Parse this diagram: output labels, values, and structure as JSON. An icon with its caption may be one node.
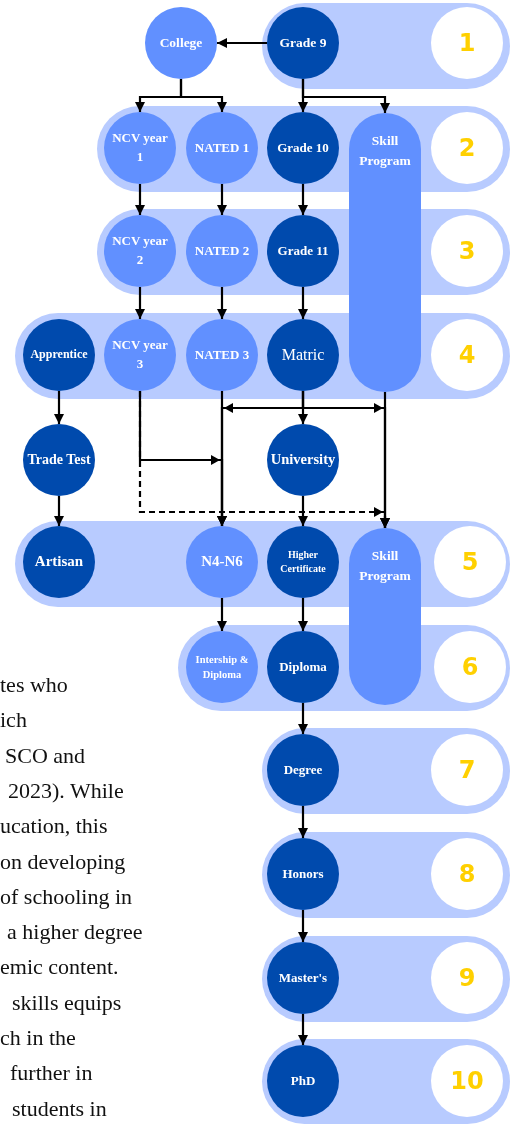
{
  "diagram": {
    "nodes": [
      {
        "text": [
          "College"
        ]
      },
      {
        "text": [
          "Grade 9"
        ]
      },
      {
        "text": [
          "1"
        ]
      },
      {
        "text": [
          "NCV year 1"
        ]
      },
      {
        "text": [
          "NATED 1"
        ]
      },
      {
        "text": [
          "Grade 10"
        ]
      },
      {
        "text": [
          "Skill Program"
        ]
      },
      {
        "text": [
          "2"
        ]
      },
      {
        "text": [
          "NCV year 2"
        ]
      },
      {
        "text": [
          "NATED 2"
        ]
      },
      {
        "text": [
          "Grade 11"
        ]
      },
      {
        "text": [
          "3"
        ]
      },
      {
        "text": [
          "Apprentice"
        ]
      },
      {
        "text": [
          "NCV year 3"
        ]
      },
      {
        "text": [
          "NATED 3"
        ]
      },
      {
        "text": [
          "Matric"
        ]
      },
      {
        "text": [
          "4"
        ]
      },
      {
        "text": [
          "Trade Test"
        ]
      },
      {
        "text": [
          "University"
        ]
      },
      {
        "text": [
          "Artisan"
        ]
      },
      {
        "text": [
          "N4-N6"
        ]
      },
      {
        "text": [
          "Higher Certificate"
        ]
      },
      {
        "text": [
          "Skill Program"
        ]
      },
      {
        "text": [
          "5"
        ]
      },
      {
        "text": [
          "Intership & Diploma"
        ]
      },
      {
        "text": [
          "Diploma"
        ]
      },
      {
        "text": [
          "6"
        ]
      },
      {
        "text": [
          "Degree"
        ]
      },
      {
        "text": [
          "7"
        ]
      },
      {
        "text": [
          "Honors"
        ]
      },
      {
        "text": [
          "8"
        ]
      },
      {
        "text": [
          "Master's"
        ]
      },
      {
        "text": [
          "9"
        ]
      },
      {
        "text": [
          "PhD"
        ]
      },
      {
        "text": [
          "10"
        ]
      }
    ],
    "edges": [
      {
        "from": 1,
        "to": 0,
        "arrow": "to"
      },
      {
        "from": 0,
        "to": 3,
        "arrow": "to"
      },
      {
        "from": 0,
        "to": 4,
        "arrow": "to"
      },
      {
        "from": 1,
        "to": 5,
        "arrow": "to"
      },
      {
        "from": 1,
        "to": 6,
        "arrow": "to"
      },
      {
        "from": 3,
        "to": 8,
        "arrow": "to"
      },
      {
        "from": 4,
        "to": 9,
        "arrow": "to"
      },
      {
        "from": 5,
        "to": 10,
        "arrow": "to"
      },
      {
        "from": 8,
        "to": 13,
        "arrow": "to"
      },
      {
        "from": 9,
        "to": 14,
        "arrow": "to"
      },
      {
        "from": 10,
        "to": 15,
        "arrow": "to"
      },
      {
        "from": 12,
        "to": 17,
        "arrow": "to"
      },
      {
        "from": 17,
        "to": 19,
        "arrow": "to"
      },
      {
        "from": 13,
        "to": 20,
        "arrow": "to"
      },
      {
        "from": 13,
        "to": 22,
        "arrow": "to",
        "style": "dashed"
      },
      {
        "from": 14,
        "to": 20,
        "arrow": "to"
      },
      {
        "from": 15,
        "to": 18,
        "arrow": "to"
      },
      {
        "from": 15,
        "to": 20,
        "arrow": "to"
      },
      {
        "from": 15,
        "to": 22,
        "arrow": "to"
      },
      {
        "from": 6,
        "to": 22,
        "arrow": "to"
      },
      {
        "from": 18,
        "to": 21,
        "arrow": "to"
      },
      {
        "from": 20,
        "to": 24,
        "arrow": "to"
      },
      {
        "from": 21,
        "to": 25,
        "arrow": "to"
      },
      {
        "from": 25,
        "to": 27,
        "arrow": "to"
      },
      {
        "from": 27,
        "to": 29,
        "arrow": "to"
      },
      {
        "from": 29,
        "to": 31,
        "arrow": "to"
      },
      {
        "from": 31,
        "to": 33,
        "arrow": "to"
      }
    ],
    "labels": [
      "tes who",
      "ich",
      "SCO and",
      "2023). While",
      "ucation, this",
      "on developing",
      "of schooling in",
      "a higher degree",
      "emic content.",
      "skills equips",
      "ch in the",
      "further in",
      "students in"
    ]
  }
}
